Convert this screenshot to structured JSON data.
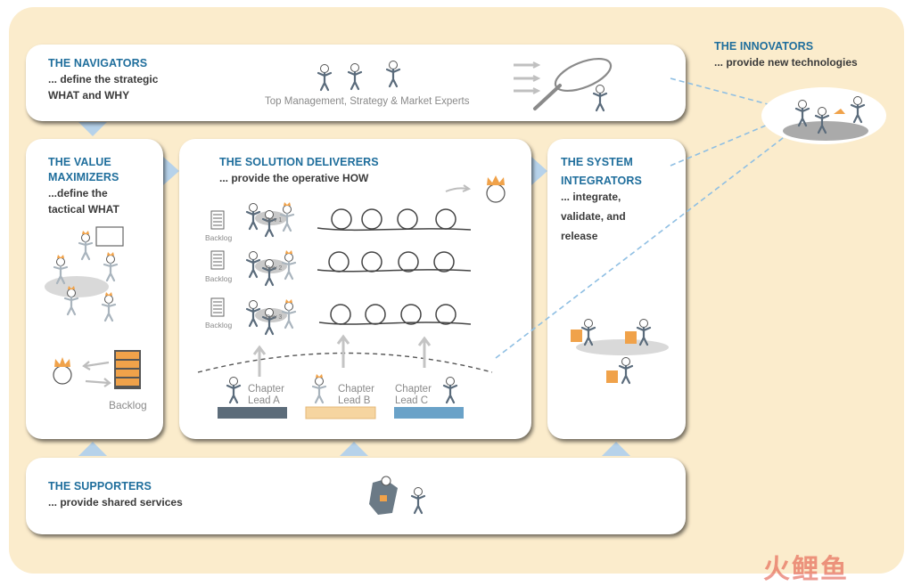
{
  "navigators": {
    "title": "THE NAVIGATORS",
    "line1": "... define the strategic",
    "line2": "WHAT and WHY",
    "caption": "Top Management, Strategy & Market Experts"
  },
  "innovators": {
    "title": "THE INNOVATORS",
    "line1": "... provide new technologies"
  },
  "value_maximizers": {
    "title1": "THE VALUE",
    "title2": "MAXIMIZERS",
    "line1": "...define the",
    "line2": "tactical WHAT",
    "backlog_label": "Backlog"
  },
  "solution_deliverers": {
    "title": "THE SOLUTION DELIVERERS",
    "line1": "... provide the operative HOW",
    "rows": [
      {
        "backlog": "Backlog",
        "badge": "Dev 1"
      },
      {
        "backlog": "Backlog",
        "badge": "Dev 2"
      },
      {
        "backlog": "Backlog",
        "badge": "Dev 3"
      }
    ],
    "leads": [
      {
        "line1": "Chapter",
        "line2": "Lead A",
        "color": "#5c6c7a"
      },
      {
        "line1": "Chapter",
        "line2": "Lead B",
        "color": "#f6d5a0"
      },
      {
        "line1": "Chapter",
        "line2": "Lead C",
        "color": "#6aa2c8"
      }
    ]
  },
  "system_integrators": {
    "title1": "THE SYSTEM",
    "title2": "INTEGRATORS",
    "line1": "... integrate,",
    "line2": "validate, and",
    "line3": "release"
  },
  "supporters": {
    "title": "THE SUPPORTERS",
    "line1": "... provide shared services"
  },
  "watermark": "火鲤鱼",
  "colors": {
    "accent": "#1f6e9c",
    "background": "#fbeccc",
    "connector": "#b6d2ea",
    "dashed": "#8fbfe3",
    "orange": "#f0a24a"
  }
}
